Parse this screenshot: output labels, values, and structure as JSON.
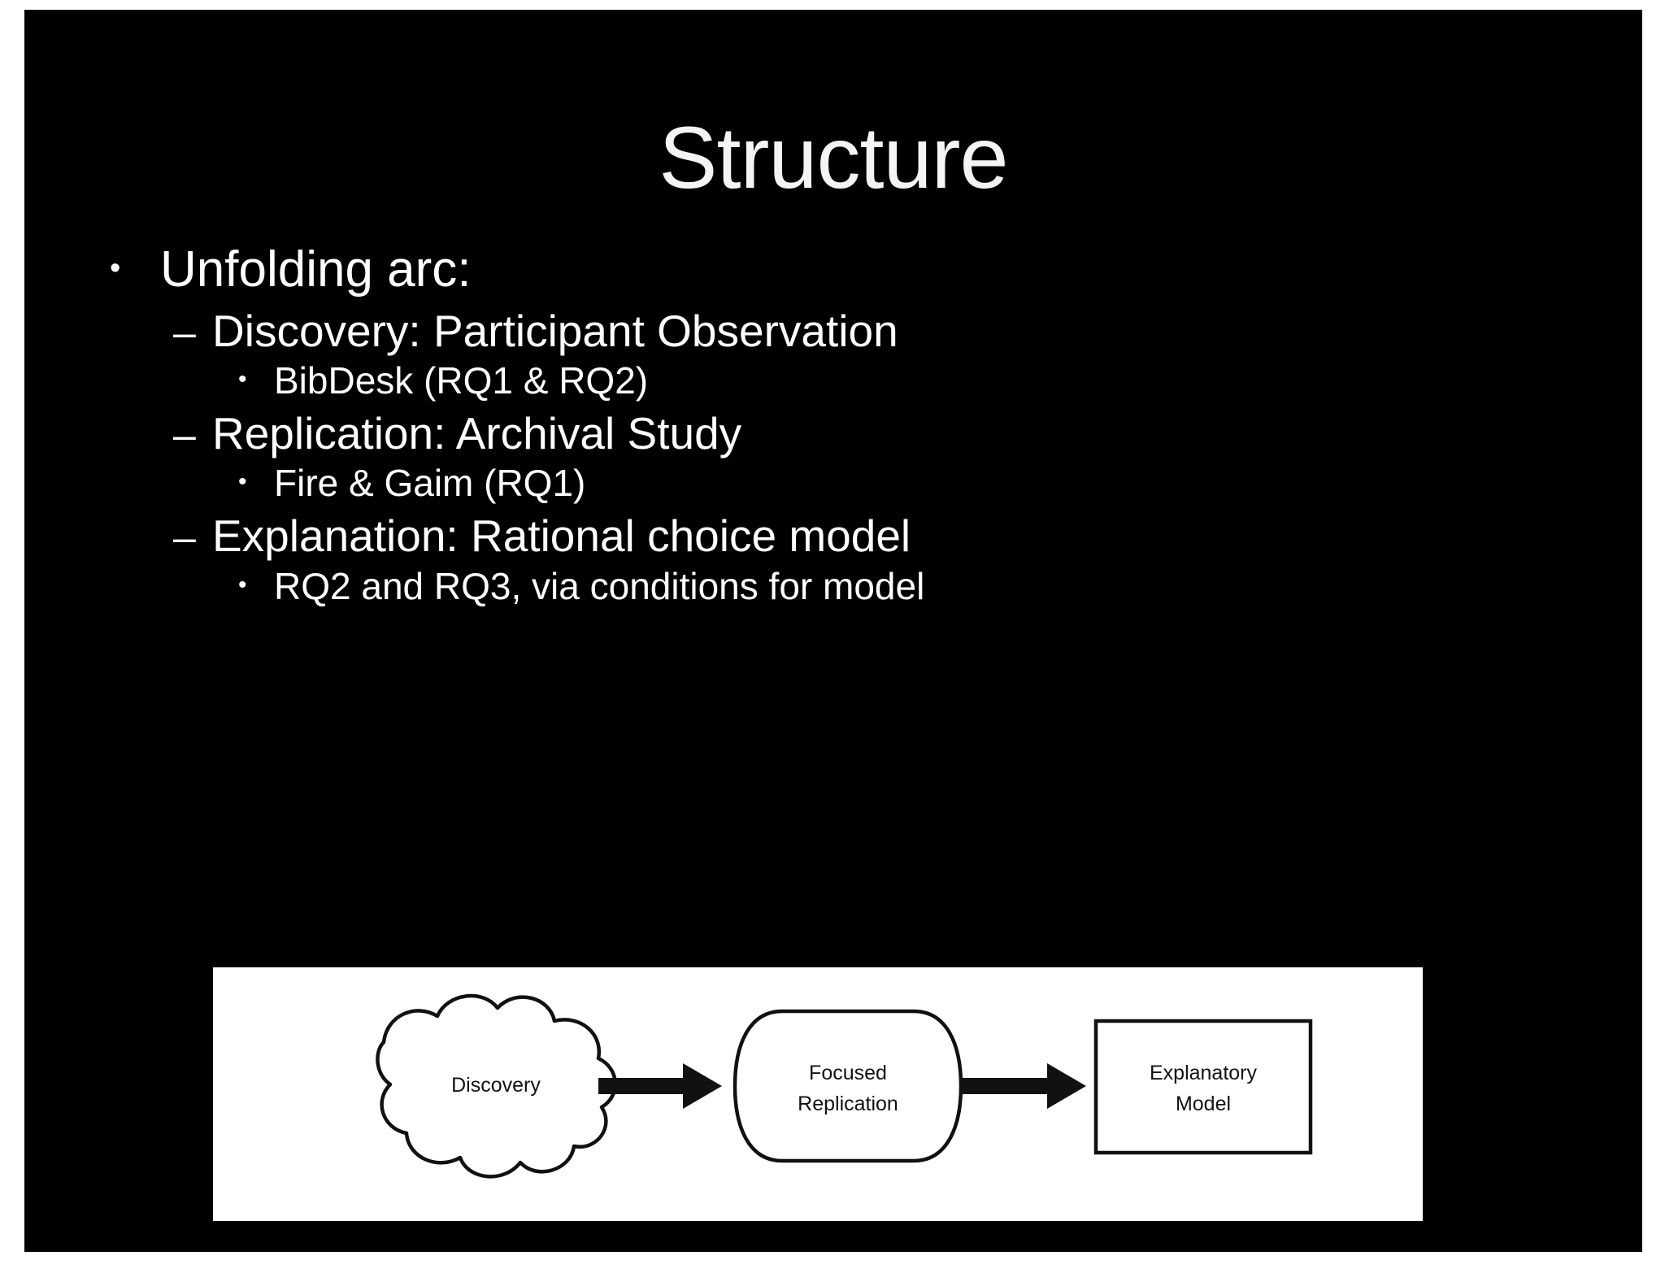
{
  "slide": {
    "title": "Structure",
    "background_color": "#000000",
    "text_color": "#ffffff",
    "panel_color": "#ffffff"
  },
  "outline": {
    "level1_marker": "•",
    "level2_marker": "–",
    "level3_marker": "•",
    "items": [
      {
        "level": 1,
        "text": "Unfolding arc:"
      },
      {
        "level": 2,
        "text": "Discovery: Participant Observation"
      },
      {
        "level": 3,
        "text": "BibDesk (RQ1 & RQ2)"
      },
      {
        "level": 2,
        "text": "Replication: Archival Study"
      },
      {
        "level": 3,
        "text": "Fire & Gaim (RQ1)"
      },
      {
        "level": 2,
        "text": "Explanation: Rational choice model"
      },
      {
        "level": 3,
        "text": "RQ2 and RQ3, via conditions for model"
      }
    ]
  },
  "diagram": {
    "type": "flow",
    "nodes": [
      {
        "id": "discovery",
        "shape": "cloud",
        "label": "Discovery"
      },
      {
        "id": "focused-replication",
        "shape": "rounded-capsule",
        "label_line1": "Focused",
        "label_line2": "Replication"
      },
      {
        "id": "explanatory-model",
        "shape": "rectangle",
        "label_line1": "Explanatory",
        "label_line2": "Model"
      }
    ],
    "edges": [
      {
        "from": "discovery",
        "to": "focused-replication",
        "style": "thick-arrow"
      },
      {
        "from": "focused-replication",
        "to": "explanatory-model",
        "style": "thick-arrow"
      }
    ],
    "stroke_color": "#111111",
    "fill_color": "#ffffff"
  }
}
